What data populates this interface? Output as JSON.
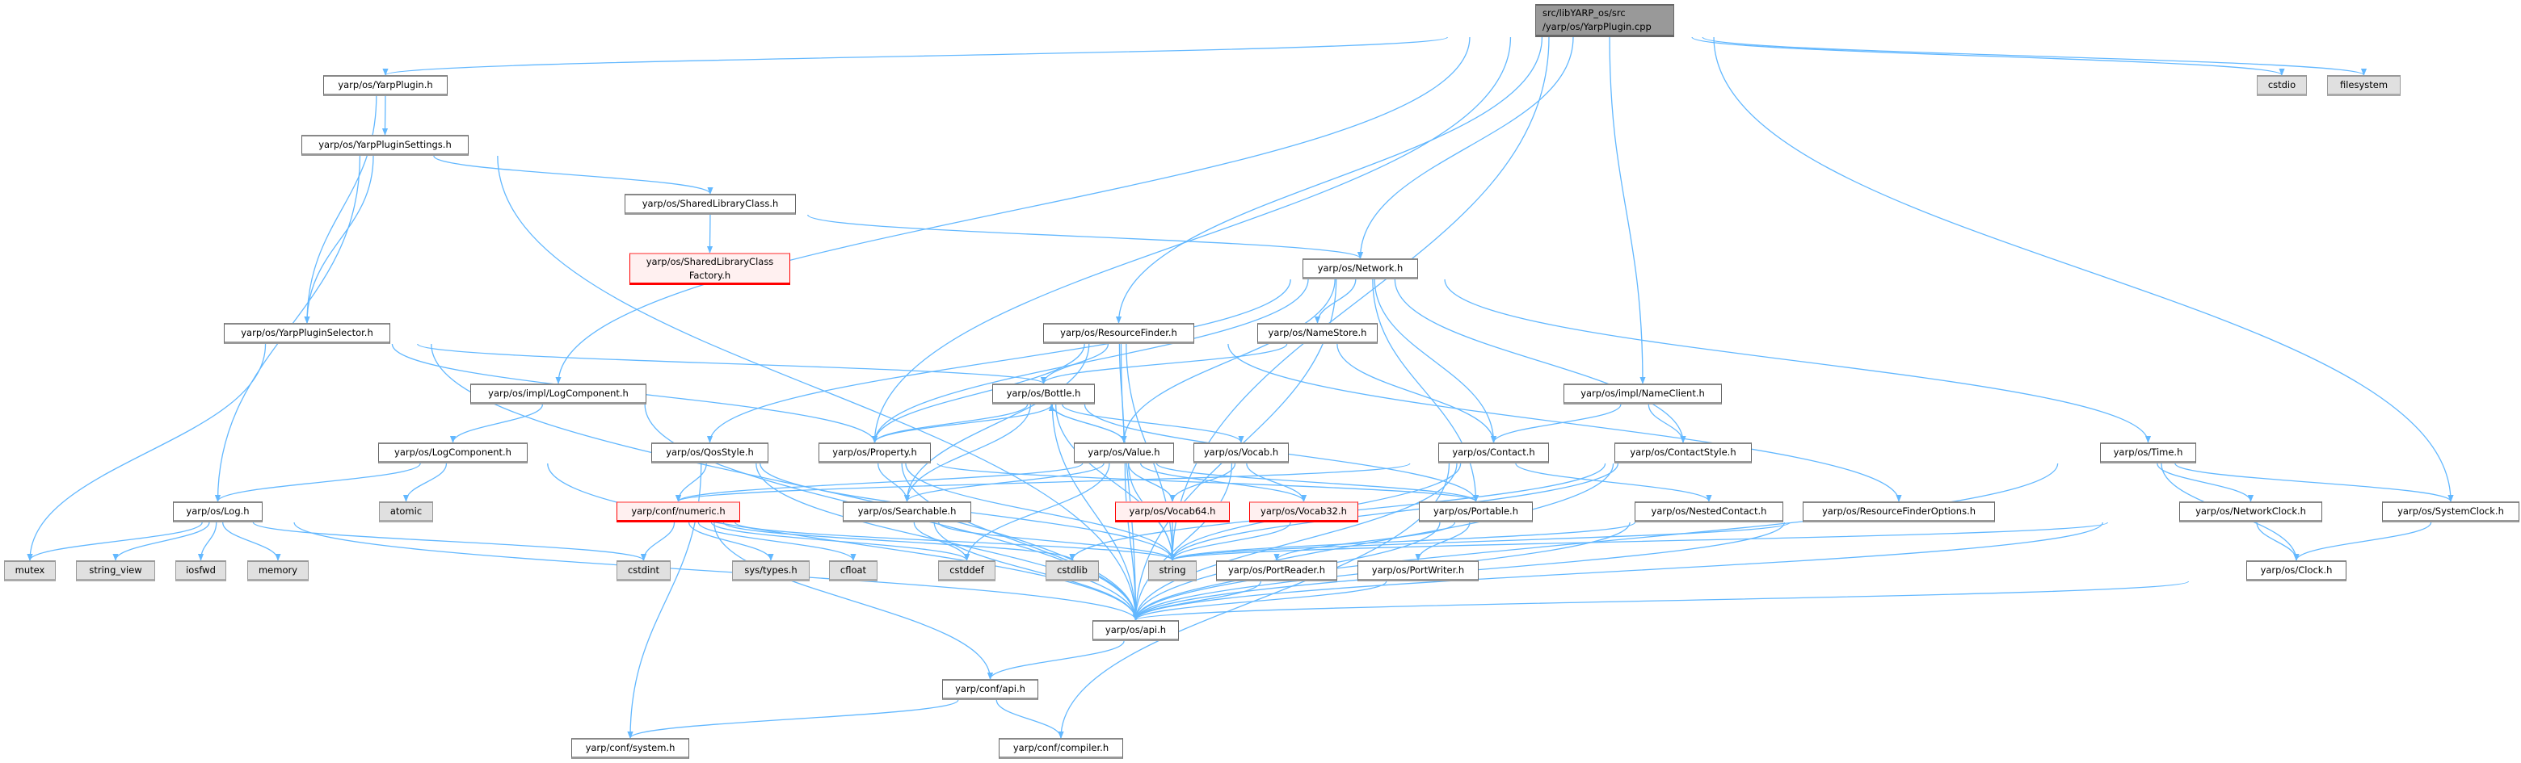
{
  "colors": {
    "edge": "#63b8ff",
    "root_fill": "#999999",
    "external_fill": "#e0e0e0",
    "missing_fill": "#fff0f0",
    "missing_border": "#ff0000"
  },
  "graph": {
    "nodes": [
      {
        "id": "root",
        "label": "src/libYARP_os/src\n/yarp/os/YarpPlugin.cpp",
        "kind": "root"
      },
      {
        "id": "yp",
        "label": "yarp/os/YarpPlugin.h",
        "kind": "normal"
      },
      {
        "id": "cstdio",
        "label": "cstdio",
        "kind": "gray"
      },
      {
        "id": "fs",
        "label": "filesystem",
        "kind": "gray"
      },
      {
        "id": "yps",
        "label": "yarp/os/YarpPluginSettings.h",
        "kind": "normal"
      },
      {
        "id": "slc",
        "label": "yarp/os/SharedLibraryClass.h",
        "kind": "normal"
      },
      {
        "id": "slcf",
        "label": "yarp/os/SharedLibraryClass\nFactory.h",
        "kind": "red"
      },
      {
        "id": "net",
        "label": "yarp/os/Network.h",
        "kind": "normal"
      },
      {
        "id": "ypsel",
        "label": "yarp/os/YarpPluginSelector.h",
        "kind": "normal"
      },
      {
        "id": "rf",
        "label": "yarp/os/ResourceFinder.h",
        "kind": "normal"
      },
      {
        "id": "ns",
        "label": "yarp/os/NameStore.h",
        "kind": "normal"
      },
      {
        "id": "ilc",
        "label": "yarp/os/impl/LogComponent.h",
        "kind": "normal"
      },
      {
        "id": "bottle",
        "label": "yarp/os/Bottle.h",
        "kind": "normal"
      },
      {
        "id": "nc",
        "label": "yarp/os/impl/NameClient.h",
        "kind": "normal"
      },
      {
        "id": "lc",
        "label": "yarp/os/LogComponent.h",
        "kind": "normal"
      },
      {
        "id": "qos",
        "label": "yarp/os/QosStyle.h",
        "kind": "normal"
      },
      {
        "id": "prop",
        "label": "yarp/os/Property.h",
        "kind": "normal"
      },
      {
        "id": "value",
        "label": "yarp/os/Value.h",
        "kind": "normal"
      },
      {
        "id": "vocab",
        "label": "yarp/os/Vocab.h",
        "kind": "normal"
      },
      {
        "id": "contact",
        "label": "yarp/os/Contact.h",
        "kind": "normal"
      },
      {
        "id": "cstyle",
        "label": "yarp/os/ContactStyle.h",
        "kind": "normal"
      },
      {
        "id": "time",
        "label": "yarp/os/Time.h",
        "kind": "normal"
      },
      {
        "id": "log",
        "label": "yarp/os/Log.h",
        "kind": "normal"
      },
      {
        "id": "atomic",
        "label": "atomic",
        "kind": "gray"
      },
      {
        "id": "numeric",
        "label": "yarp/conf/numeric.h",
        "kind": "red"
      },
      {
        "id": "search",
        "label": "yarp/os/Searchable.h",
        "kind": "normal"
      },
      {
        "id": "v64",
        "label": "yarp/os/Vocab64.h",
        "kind": "red"
      },
      {
        "id": "v32",
        "label": "yarp/os/Vocab32.h",
        "kind": "red"
      },
      {
        "id": "portable",
        "label": "yarp/os/Portable.h",
        "kind": "normal"
      },
      {
        "id": "nested",
        "label": "yarp/os/NestedContact.h",
        "kind": "normal"
      },
      {
        "id": "rfo",
        "label": "yarp/os/ResourceFinderOptions.h",
        "kind": "normal"
      },
      {
        "id": "nclock",
        "label": "yarp/os/NetworkClock.h",
        "kind": "normal"
      },
      {
        "id": "sclock",
        "label": "yarp/os/SystemClock.h",
        "kind": "normal"
      },
      {
        "id": "mutex",
        "label": "mutex",
        "kind": "gray"
      },
      {
        "id": "sv",
        "label": "string_view",
        "kind": "gray"
      },
      {
        "id": "iosfwd",
        "label": "iosfwd",
        "kind": "gray"
      },
      {
        "id": "memory",
        "label": "memory",
        "kind": "gray"
      },
      {
        "id": "cstdint",
        "label": "cstdint",
        "kind": "gray"
      },
      {
        "id": "systypes",
        "label": "sys/types.h",
        "kind": "gray"
      },
      {
        "id": "cfloat",
        "label": "cfloat",
        "kind": "gray"
      },
      {
        "id": "cstddef",
        "label": "cstddef",
        "kind": "gray"
      },
      {
        "id": "cstdlib",
        "label": "cstdlib",
        "kind": "gray"
      },
      {
        "id": "string",
        "label": "string",
        "kind": "gray"
      },
      {
        "id": "preader",
        "label": "yarp/os/PortReader.h",
        "kind": "normal"
      },
      {
        "id": "pwriter",
        "label": "yarp/os/PortWriter.h",
        "kind": "normal"
      },
      {
        "id": "clock",
        "label": "yarp/os/Clock.h",
        "kind": "normal"
      },
      {
        "id": "api",
        "label": "yarp/os/api.h",
        "kind": "normal"
      },
      {
        "id": "capi",
        "label": "yarp/conf/api.h",
        "kind": "normal"
      },
      {
        "id": "csys",
        "label": "yarp/conf/system.h",
        "kind": "normal"
      },
      {
        "id": "ccomp",
        "label": "yarp/conf/compiler.h",
        "kind": "normal"
      }
    ],
    "edges": [
      [
        "root",
        "yp"
      ],
      [
        "root",
        "ilc"
      ],
      [
        "root",
        "prop"
      ],
      [
        "root",
        "rf"
      ],
      [
        "root",
        "net"
      ],
      [
        "root",
        "nc"
      ],
      [
        "root",
        "string"
      ],
      [
        "root",
        "sclock"
      ],
      [
        "root",
        "cstdio"
      ],
      [
        "root",
        "fs"
      ],
      [
        "yp",
        "yps"
      ],
      [
        "yp",
        "ypsel"
      ],
      [
        "yps",
        "slc"
      ],
      [
        "yps",
        "ypsel"
      ],
      [
        "yps",
        "log"
      ],
      [
        "yps",
        "api"
      ],
      [
        "slc",
        "slcf"
      ],
      [
        "slc",
        "net"
      ],
      [
        "ypsel",
        "mutex"
      ],
      [
        "ypsel",
        "api"
      ],
      [
        "ypsel",
        "bottle"
      ],
      [
        "ypsel",
        "prop"
      ],
      [
        "net",
        "contact"
      ],
      [
        "net",
        "cstyle"
      ],
      [
        "net",
        "ns"
      ],
      [
        "net",
        "portable"
      ],
      [
        "net",
        "prop"
      ],
      [
        "net",
        "value"
      ],
      [
        "net",
        "qos"
      ],
      [
        "net",
        "time"
      ],
      [
        "net",
        "api"
      ],
      [
        "rf",
        "bottle"
      ],
      [
        "rf",
        "prop"
      ],
      [
        "rf",
        "search"
      ],
      [
        "rf",
        "value"
      ],
      [
        "rf",
        "rfo"
      ],
      [
        "rf",
        "api"
      ],
      [
        "rf",
        "string"
      ],
      [
        "ns",
        "bottle"
      ],
      [
        "ns",
        "contact"
      ],
      [
        "nc",
        "contact"
      ],
      [
        "nc",
        "cstyle"
      ],
      [
        "ilc",
        "lc"
      ],
      [
        "ilc",
        "api"
      ],
      [
        "lc",
        "log"
      ],
      [
        "lc",
        "atomic"
      ],
      [
        "lc",
        "api"
      ],
      [
        "log",
        "mutex"
      ],
      [
        "log",
        "sv"
      ],
      [
        "log",
        "iosfwd"
      ],
      [
        "log",
        "memory"
      ],
      [
        "log",
        "cstdint"
      ],
      [
        "log",
        "api"
      ],
      [
        "qos",
        "numeric"
      ],
      [
        "qos",
        "string"
      ],
      [
        "qos",
        "api"
      ],
      [
        "qos",
        "csys"
      ],
      [
        "prop",
        "bottle"
      ],
      [
        "prop",
        "search"
      ],
      [
        "prop",
        "string"
      ],
      [
        "prop",
        "api"
      ],
      [
        "prop",
        "portable"
      ],
      [
        "bottle",
        "prop"
      ],
      [
        "bottle",
        "value"
      ],
      [
        "bottle",
        "vocab"
      ],
      [
        "bottle",
        "search"
      ],
      [
        "bottle",
        "portable"
      ],
      [
        "bottle",
        "string"
      ],
      [
        "bottle",
        "api"
      ],
      [
        "value",
        "bottle"
      ],
      [
        "value",
        "search"
      ],
      [
        "value",
        "portable"
      ],
      [
        "value",
        "v64"
      ],
      [
        "value",
        "v32"
      ],
      [
        "value",
        "numeric"
      ],
      [
        "value",
        "cstddef"
      ],
      [
        "value",
        "string"
      ],
      [
        "value",
        "api"
      ],
      [
        "vocab",
        "v64"
      ],
      [
        "vocab",
        "v32"
      ],
      [
        "vocab",
        "api"
      ],
      [
        "v64",
        "string"
      ],
      [
        "v32",
        "string"
      ],
      [
        "contact",
        "nested"
      ],
      [
        "contact",
        "numeric"
      ],
      [
        "contact",
        "string"
      ],
      [
        "contact",
        "api"
      ],
      [
        "contact",
        "ccomp"
      ],
      [
        "cstyle",
        "string"
      ],
      [
        "cstyle",
        "api"
      ],
      [
        "cstyle",
        "cstdlib"
      ],
      [
        "nested",
        "string"
      ],
      [
        "nested",
        "api"
      ],
      [
        "rfo",
        "string"
      ],
      [
        "rfo",
        "api"
      ],
      [
        "portable",
        "preader"
      ],
      [
        "portable",
        "pwriter"
      ],
      [
        "portable",
        "api"
      ],
      [
        "preader",
        "api"
      ],
      [
        "pwriter",
        "api"
      ],
      [
        "search",
        "cstddef"
      ],
      [
        "search",
        "string"
      ],
      [
        "search",
        "api"
      ],
      [
        "numeric",
        "cstdint"
      ],
      [
        "numeric",
        "systypes"
      ],
      [
        "numeric",
        "cfloat"
      ],
      [
        "numeric",
        "cstddef"
      ],
      [
        "numeric",
        "cstdlib"
      ],
      [
        "numeric",
        "string"
      ],
      [
        "numeric",
        "capi"
      ],
      [
        "time",
        "nclock"
      ],
      [
        "time",
        "sclock"
      ],
      [
        "time",
        "clock"
      ],
      [
        "time",
        "api"
      ],
      [
        "nclock",
        "clock"
      ],
      [
        "nclock",
        "api"
      ],
      [
        "nclock",
        "string"
      ],
      [
        "sclock",
        "clock"
      ],
      [
        "clock",
        "api"
      ],
      [
        "api",
        "capi"
      ],
      [
        "capi",
        "csys"
      ],
      [
        "capi",
        "ccomp"
      ]
    ]
  }
}
